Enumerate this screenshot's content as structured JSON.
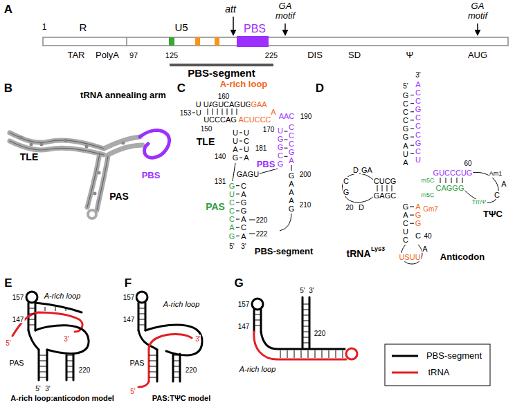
{
  "diagram": {
    "labels": [
      "A",
      "1",
      "R",
      "U5",
      "att",
      "GA motif",
      "PBS",
      "GA motif",
      "TAR",
      "PolyA",
      "97",
      "125",
      "225",
      "DIS",
      "SD",
      "Ψ",
      "AUG",
      "PBS-segment",
      "B",
      "tRNA annealing arm",
      "TLE",
      "PAS",
      "PBS",
      "C",
      "A-rich loop",
      "160",
      "U UA",
      "GUCAGUG",
      "GAA",
      "153",
      "U",
      "UCCCAG",
      "ACUCCC",
      "A",
      "170",
      "150",
      "TLE",
      "UUAG",
      "UCUA",
      "140",
      "181",
      "UGGCG",
      "CCCGA",
      "AAC",
      "190",
      "PBS",
      "GAGU",
      "GUCCCAG",
      "CAGGACA",
      "131",
      "PAS",
      "220",
      "222",
      "5'",
      "3'",
      "GAAAG",
      "200",
      "210",
      "PBS-segment",
      "D",
      "3'",
      "ACCGCCCGCU",
      "5'",
      "GCCCGGAUA",
      "CUCG",
      "GAGC",
      "D",
      "GA",
      "C",
      "G",
      "20",
      "D",
      "GACUC",
      "AGG",
      "Gm7",
      "C",
      "40",
      "USUU",
      "A",
      "tRNA",
      "Lys3",
      "Anticodon",
      "GUCCCUG",
      "CAGGG",
      "m5C",
      "m5C",
      "60",
      "Am1",
      "A",
      "C",
      "TmΨ",
      "TΨC",
      "E",
      "157",
      "A-rich loop",
      "147",
      "PAS",
      "220",
      "5'",
      "3'",
      "5'",
      "3'",
      "A-rich loop:anticodon model",
      "F",
      "157",
      "A-rich loop",
      "147",
      "3'",
      "PAS",
      "220",
      "5'",
      "PAS:TΨC model",
      "G",
      "157",
      "147",
      "5'",
      "3'",
      "220",
      "A-rich loop"
    ],
    "legend": [
      {
        "text": "PBS-segment"
      },
      {
        "text": "tRNA"
      }
    ]
  }
}
